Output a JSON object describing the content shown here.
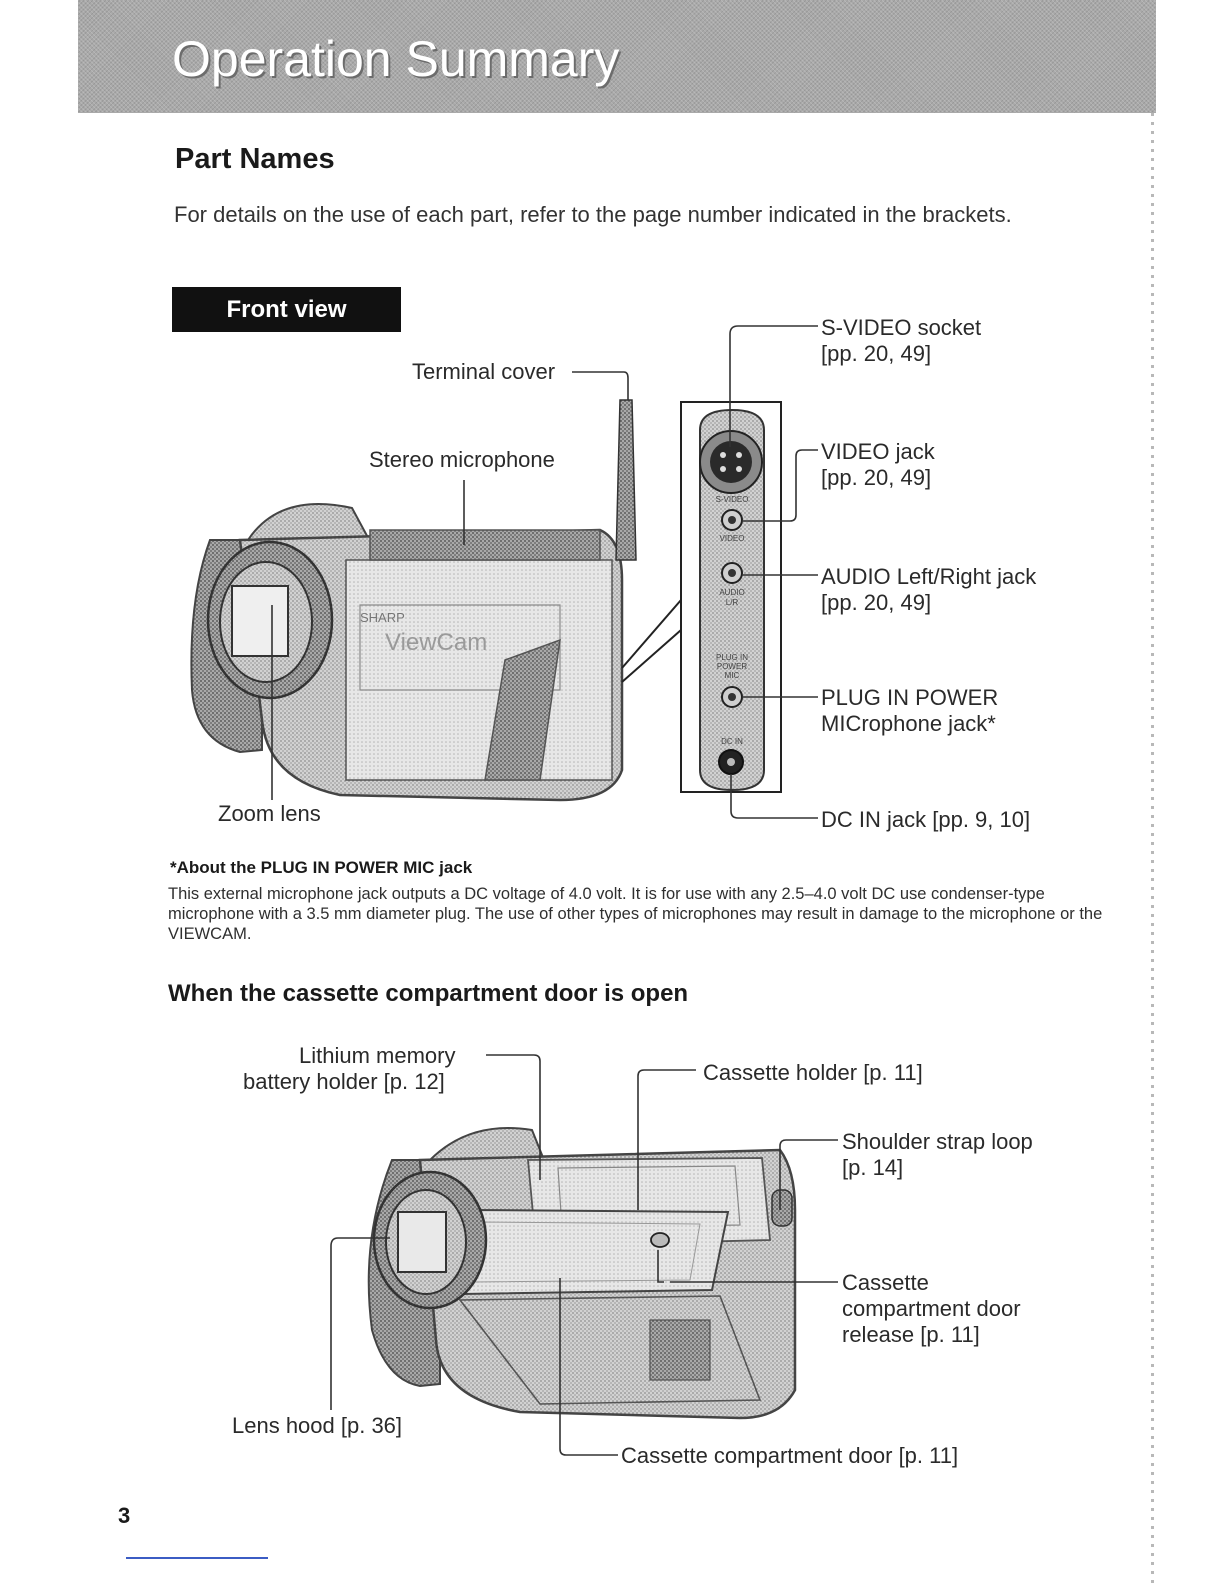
{
  "header": {
    "title": "Operation Summary"
  },
  "section": {
    "title": "Part Names",
    "intro": "For details on the use of each part, refer to the page number indicated in the brackets."
  },
  "front_view": {
    "tab_label": "Front view",
    "labels": {
      "terminal_cover": "Terminal cover",
      "stereo_microphone": "Stereo microphone",
      "zoom_lens": "Zoom lens",
      "svideo_line1": "S-VIDEO socket",
      "svideo_line2": "[pp. 20, 49]",
      "video_line1": "VIDEO jack",
      "video_line2": "[pp. 20, 49]",
      "audio_line1": "AUDIO Left/Right jack",
      "audio_line2": "[pp. 20, 49]",
      "plugin_line1": "PLUG IN POWER",
      "plugin_line2": "MICrophone jack*",
      "dcin": "DC IN jack [pp. 9, 10]"
    },
    "panel_markings": {
      "svideo": "S-VIDEO",
      "video": "VIDEO",
      "audio": "AUDIO",
      "audio_lr": "L/R",
      "plugin": "PLUG IN",
      "power": "POWER",
      "mic": "MIC",
      "dcin": "DC IN"
    },
    "brand": "SHARP",
    "model": "ViewCam"
  },
  "note": {
    "title": "*About the PLUG IN POWER MIC jack",
    "body": "This external microphone jack outputs a DC voltage of 4.0 volt. It is for use with any 2.5–4.0 volt DC use condenser-type microphone with a 3.5 mm diameter plug. The use of other types of microphones may result in damage to the microphone or the VIEWCAM."
  },
  "cassette_section": {
    "title": "When the cassette compartment door is open",
    "labels": {
      "lithium_line1": "Lithium memory",
      "lithium_line2": "battery holder [p. 12]",
      "cassette_holder": "Cassette holder [p. 11]",
      "strap_line1": "Shoulder strap loop",
      "strap_line2": "[p. 14]",
      "release_line1": "Cassette",
      "release_line2": "compartment door",
      "release_line3": "release [p. 11]",
      "lens_hood": "Lens hood [p. 36]",
      "door": "Cassette compartment door [p. 11]"
    }
  },
  "page_number": "3"
}
